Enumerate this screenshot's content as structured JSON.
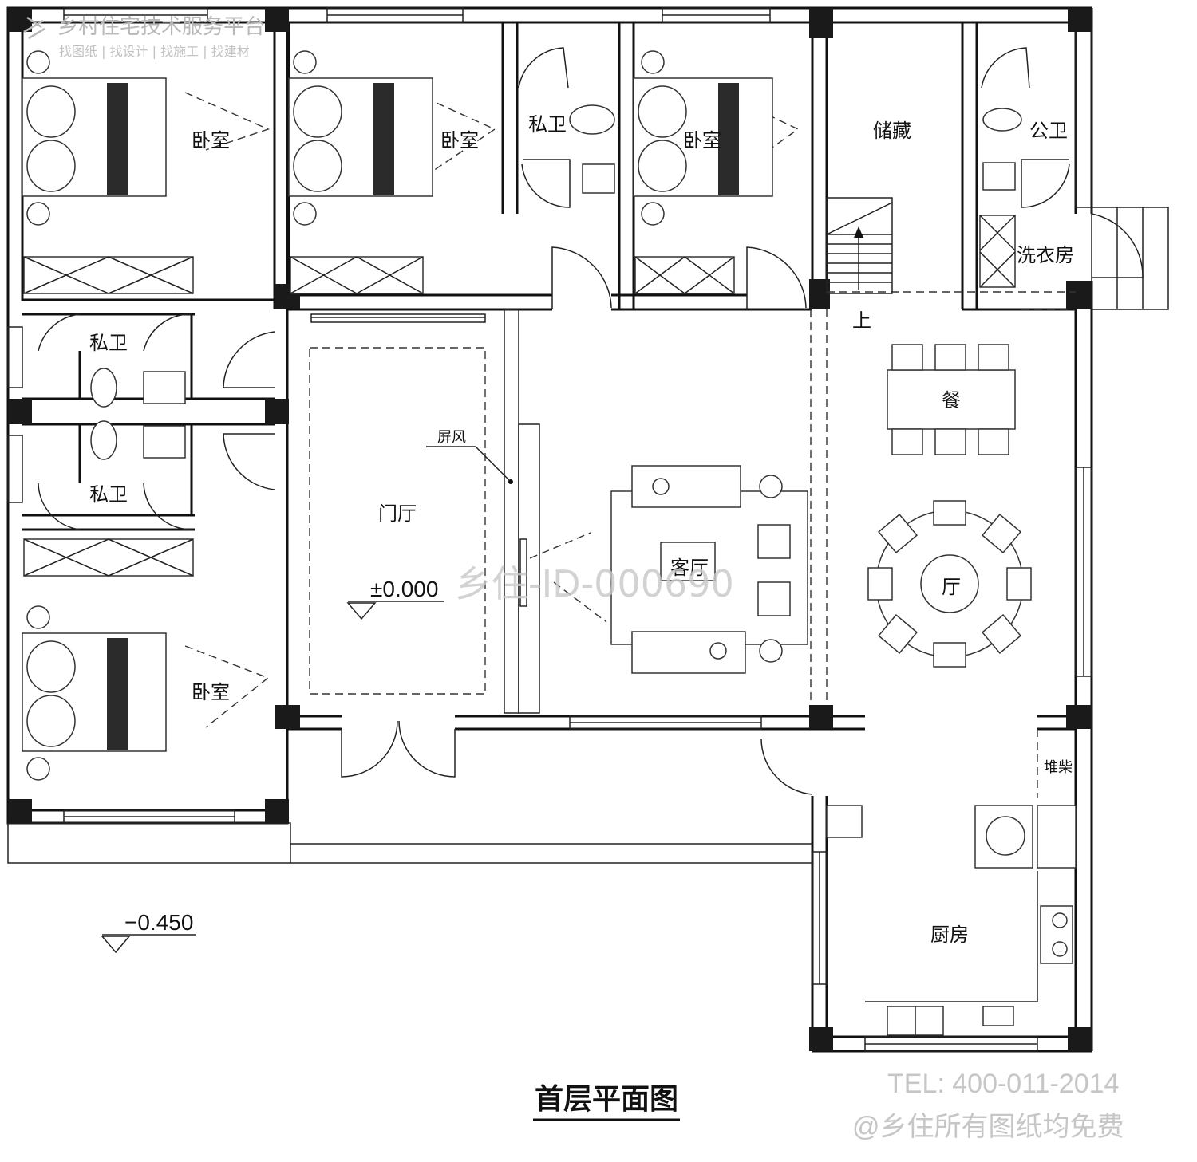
{
  "watermarks": {
    "top_brand": "乡村住宅技术服务平台",
    "top_links": "找图纸 | 找设计 | 找施工 | 找建材",
    "center_id": "乡住-ID-000690",
    "tel": "TEL: 400-011-2014",
    "slogan": "@乡住所有图纸均免费"
  },
  "rooms": {
    "bedroom_1": "卧室",
    "bedroom_2": "卧室",
    "bedroom_3": "卧室",
    "bedroom_4": "卧室",
    "private_bath_1": "私卫",
    "private_bath_2": "私卫",
    "private_bath_3": "私卫",
    "storage": "储藏",
    "public_bath": "公卫",
    "laundry": "洗衣房",
    "stairs_up": "上",
    "dining": "餐",
    "hall": "厅",
    "screen": "屏风",
    "foyer": "门厅",
    "living": "客厅",
    "firewood": "堆柴",
    "kitchen": "厨房"
  },
  "levels": {
    "main": "±0.000",
    "outdoor": "−0.450"
  },
  "drawing_title": "首层平面图"
}
